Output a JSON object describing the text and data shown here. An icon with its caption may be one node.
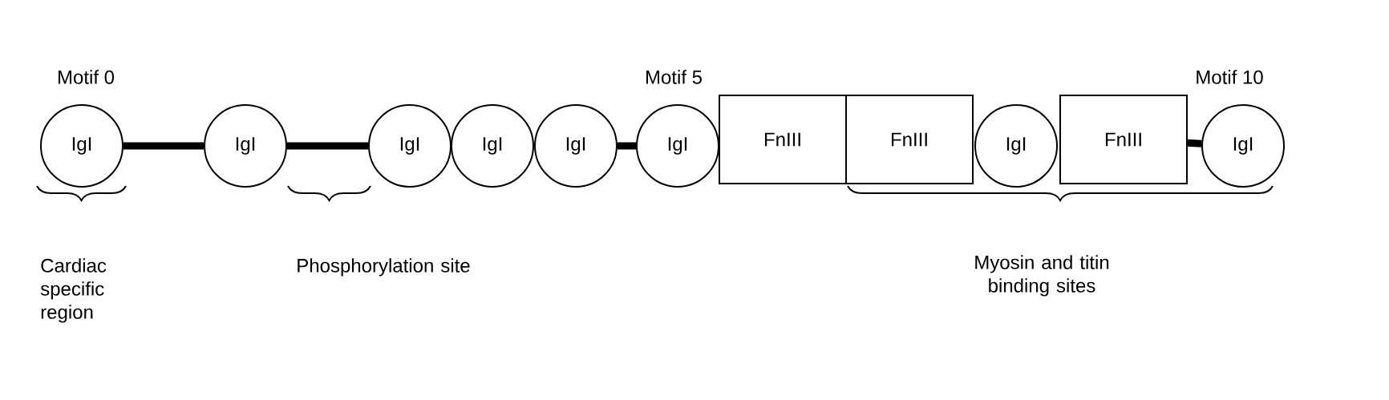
{
  "diagram": {
    "nodes": [
      {
        "text": [
          "IgI"
        ],
        "beside": [
          "Motif 0"
        ]
      },
      {
        "text": [
          "IgI"
        ]
      },
      {
        "text": [
          "IgI"
        ]
      },
      {
        "text": [
          "IgI"
        ]
      },
      {
        "text": [
          "IgI"
        ]
      },
      {
        "text": [
          "IgI"
        ],
        "beside": [
          "Motif 5"
        ]
      },
      {
        "text": [
          "FnIII"
        ]
      },
      {
        "text": [
          "FnIII"
        ]
      },
      {
        "text": [
          "IgI"
        ]
      },
      {
        "text": [
          "FnIII"
        ]
      },
      {
        "text": [
          "IgI"
        ],
        "beside": [
          "Motif 10"
        ]
      }
    ],
    "edges": [
      {
        "from": 0,
        "to": 1,
        "arrow": "none"
      },
      {
        "from": 1,
        "to": 2,
        "arrow": "none"
      },
      {
        "from": 4,
        "to": 5,
        "arrow": "none"
      },
      {
        "from": 9,
        "to": 10,
        "arrow": "none"
      }
    ],
    "labels": [
      "Cardiac specific region",
      "Phosphorylation site",
      "Myosin and titin binding sites"
    ]
  }
}
